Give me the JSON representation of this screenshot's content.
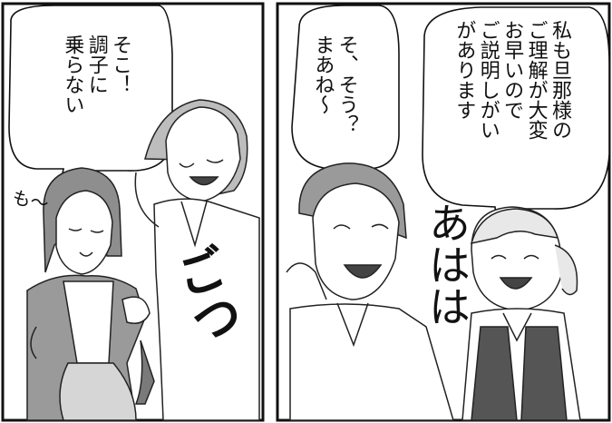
{
  "comic": {
    "left_panel": {
      "speech": "そこ！\n調子に\n乗らない",
      "sfx_complaint": "も〜",
      "sfx_impact": "ごつ"
    },
    "right_panel": {
      "speech_man": "そ、そう？\nまあね〜",
      "speech_woman": "私も旦那様の\nご理解が大変\nお早いので\nご説明しがい\nがあります",
      "sfx_laugh": "あはは"
    }
  }
}
